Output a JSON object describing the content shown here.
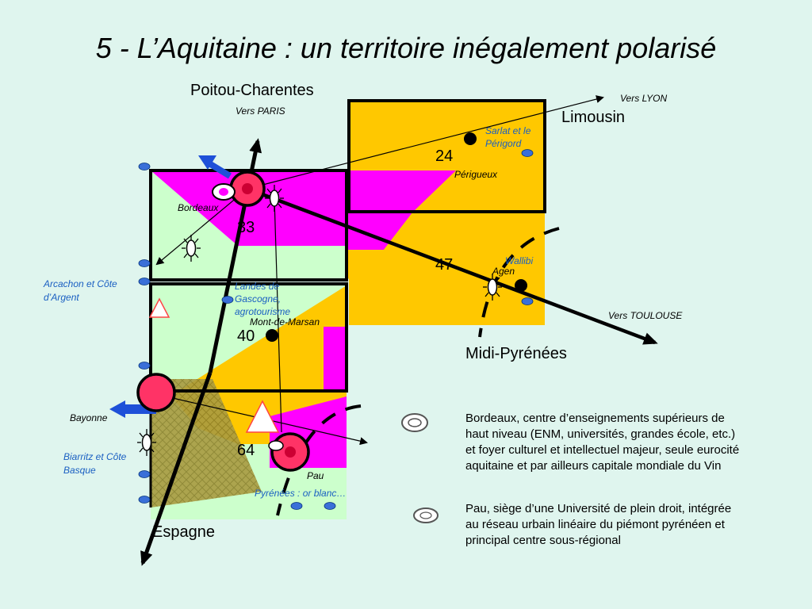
{
  "title": "5 - L’Aquitaine : un territoire inégalement polarisé",
  "regions": {
    "poitou": "Poitou-Charentes",
    "limousin": "Limousin",
    "midi": "Midi-Pyrénées",
    "espagne": "Espagne"
  },
  "directions": {
    "paris": "Vers PARIS",
    "lyon": "Vers LYON",
    "toulouse": "Vers TOULOUSE"
  },
  "departments": {
    "d24": "24",
    "d33": "33",
    "d47": "47",
    "d40": "40",
    "d64": "64"
  },
  "cities": {
    "bordeaux": "Bordeaux",
    "perigueux": "Périgueux",
    "agen": "Agen",
    "mont_de_marsan": "Mont-de-Marsan",
    "bayonne": "Bayonne",
    "pau": "Pau"
  },
  "places": {
    "sarlat": "Sarlat et le Périgord",
    "wallibi": "Wallibi",
    "arcachon": "Arcachon et Côte d’Argent",
    "landes": "Landes de Gascogne, agrotourisme",
    "biarritz": "Biarritz et Côte Basque",
    "pyrenees": "Pyrénées : or blanc…"
  },
  "legend": {
    "bordeaux": "Bordeaux, centre d’enseignements supérieurs de haut niveau (ENM, universités, grandes école, etc.) et foyer culturel et intellectuel majeur, seule eurocité aquitaine et par ailleurs capitale mondiale du Vin",
    "pau": "Pau, siège d’une Université de plein droit, intégrée au réseau urbain linéaire du piémont pyrénéen et principal centre sous-régional"
  },
  "colors": {
    "background": "#dff5ee",
    "orange": "#ffc800",
    "magenta": "#ff00ff",
    "light_green": "#ccffcc",
    "pole_red": "#ff3366",
    "arrow_blue": "#1e50d8",
    "place_blue": "#1a5fc2"
  }
}
